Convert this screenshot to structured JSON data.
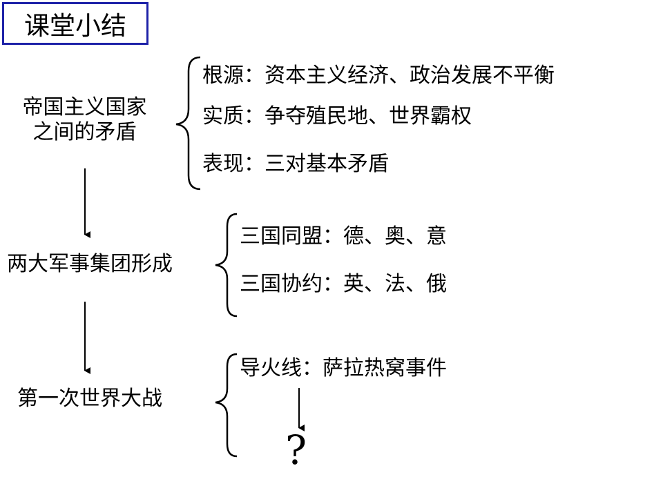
{
  "slide_title": "课堂小结",
  "sections": [
    {
      "label_lines": [
        "帝国主义国家",
        "之间的矛盾"
      ],
      "items": [
        "根源：资本主义经济、政治发展不平衡",
        "实质：争夺殖民地、世界霸权",
        "表现：三对基本矛盾"
      ]
    },
    {
      "label_lines": [
        "两大军事集团形成"
      ],
      "items": [
        "三国同盟：德、奥、意",
        "三国协约：英、法、俄"
      ]
    },
    {
      "label_lines": [
        "第一次世界大战"
      ],
      "items": [
        "导火线：萨拉热窝事件"
      ]
    }
  ],
  "unknown_mark": "?"
}
